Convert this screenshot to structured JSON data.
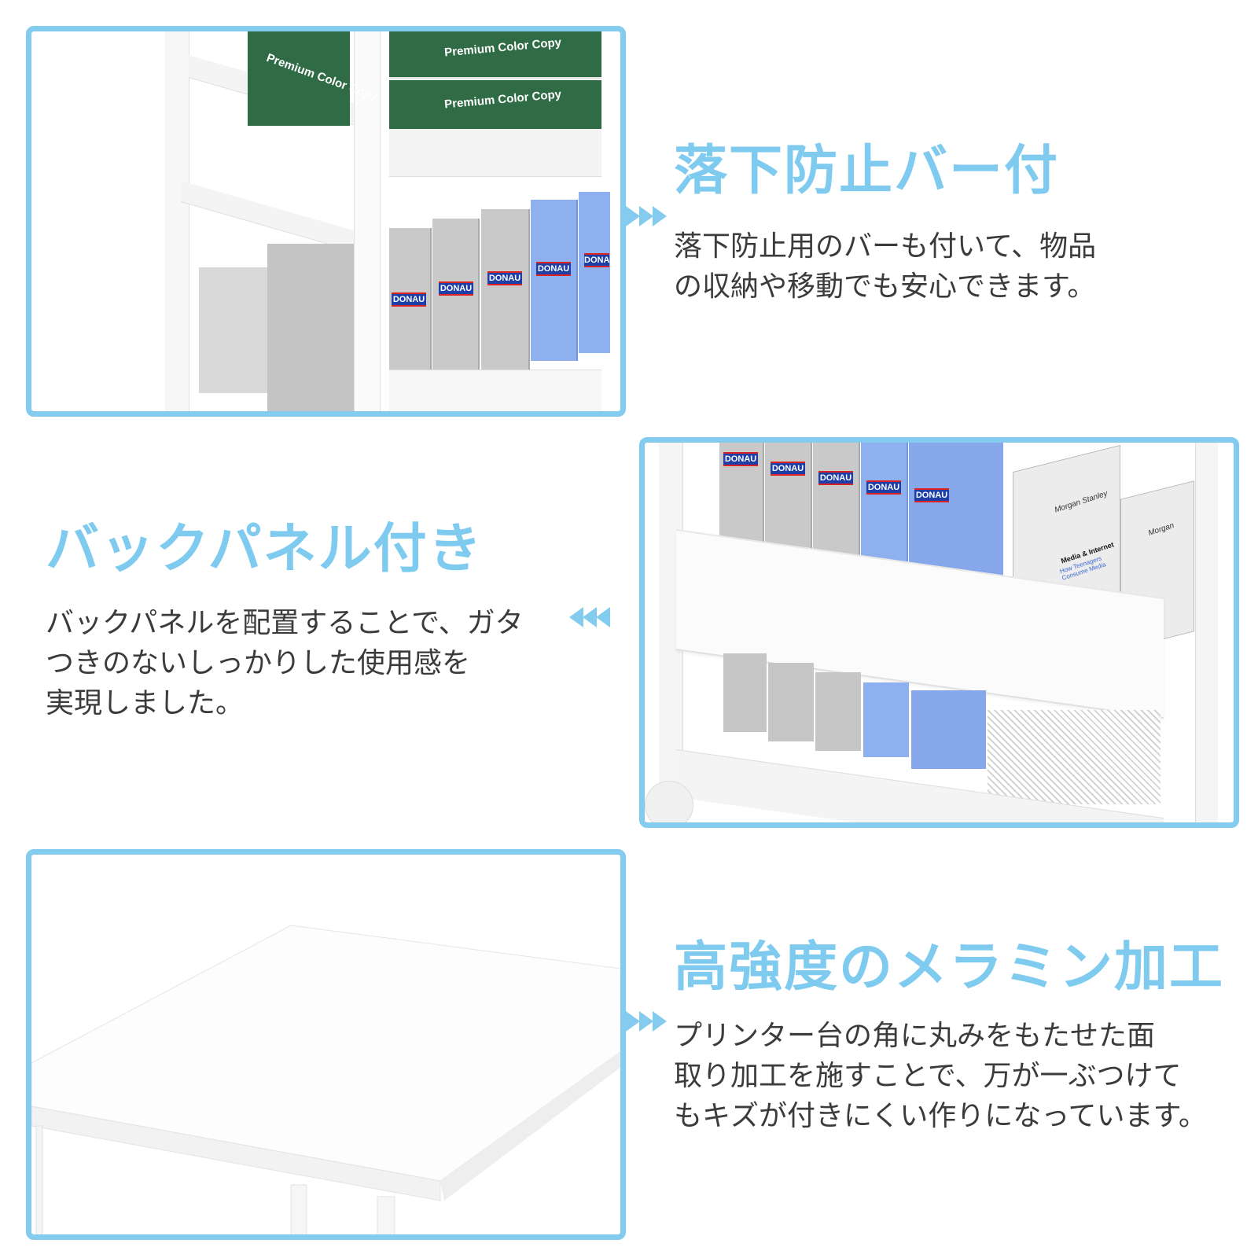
{
  "colors": {
    "accent": "#84ccef",
    "heading": "#7fcbef",
    "body_text": "#3b3b3b",
    "binder_gray": "#c9c9c9",
    "binder_blue": "#8fb0ef",
    "paper_box_green": "#2f6b44"
  },
  "sections": [
    {
      "heading": "落下防止バー付",
      "body": "落下防止用のバーも付いて、物品\nの収納や移動でも安心できます。",
      "arrow_icon": "triple-chevron-right-icon",
      "photo": {
        "subject": "shelf-with-anti-fall-bar",
        "paper_box_labels": [
          "Premium Color Copy",
          "Premium Color Copy",
          "Premium Color Copy"
        ],
        "binder_labels": [
          "DONAU",
          "DONAU",
          "DONAU",
          "DONAU",
          "DONAU"
        ]
      }
    },
    {
      "heading": "バックパネル付き",
      "body": "バックパネルを配置することで、ガタ\nつきのないしっかりした使用感を\n実現しました。",
      "arrow_icon": "triple-chevron-left-icon",
      "photo": {
        "subject": "shelf-with-back-panel",
        "binder_labels": [
          "DONAU",
          "DONAU",
          "DONAU",
          "DONAU",
          "DONAU"
        ],
        "magazine_labels": [
          "Morgan Stanley",
          "Media & Internet",
          "How Teenagers Consume Media",
          "Morgan"
        ]
      }
    },
    {
      "heading": "高強度のメラミン加工",
      "body": "プリンター台の角に丸みをもたせた面\n取り加工を施すことで、万が一ぶつけて\nもキズが付きにくい作りになっています。",
      "arrow_icon": "triple-chevron-right-icon",
      "photo": {
        "subject": "melamine-tabletop-corner"
      }
    }
  ]
}
